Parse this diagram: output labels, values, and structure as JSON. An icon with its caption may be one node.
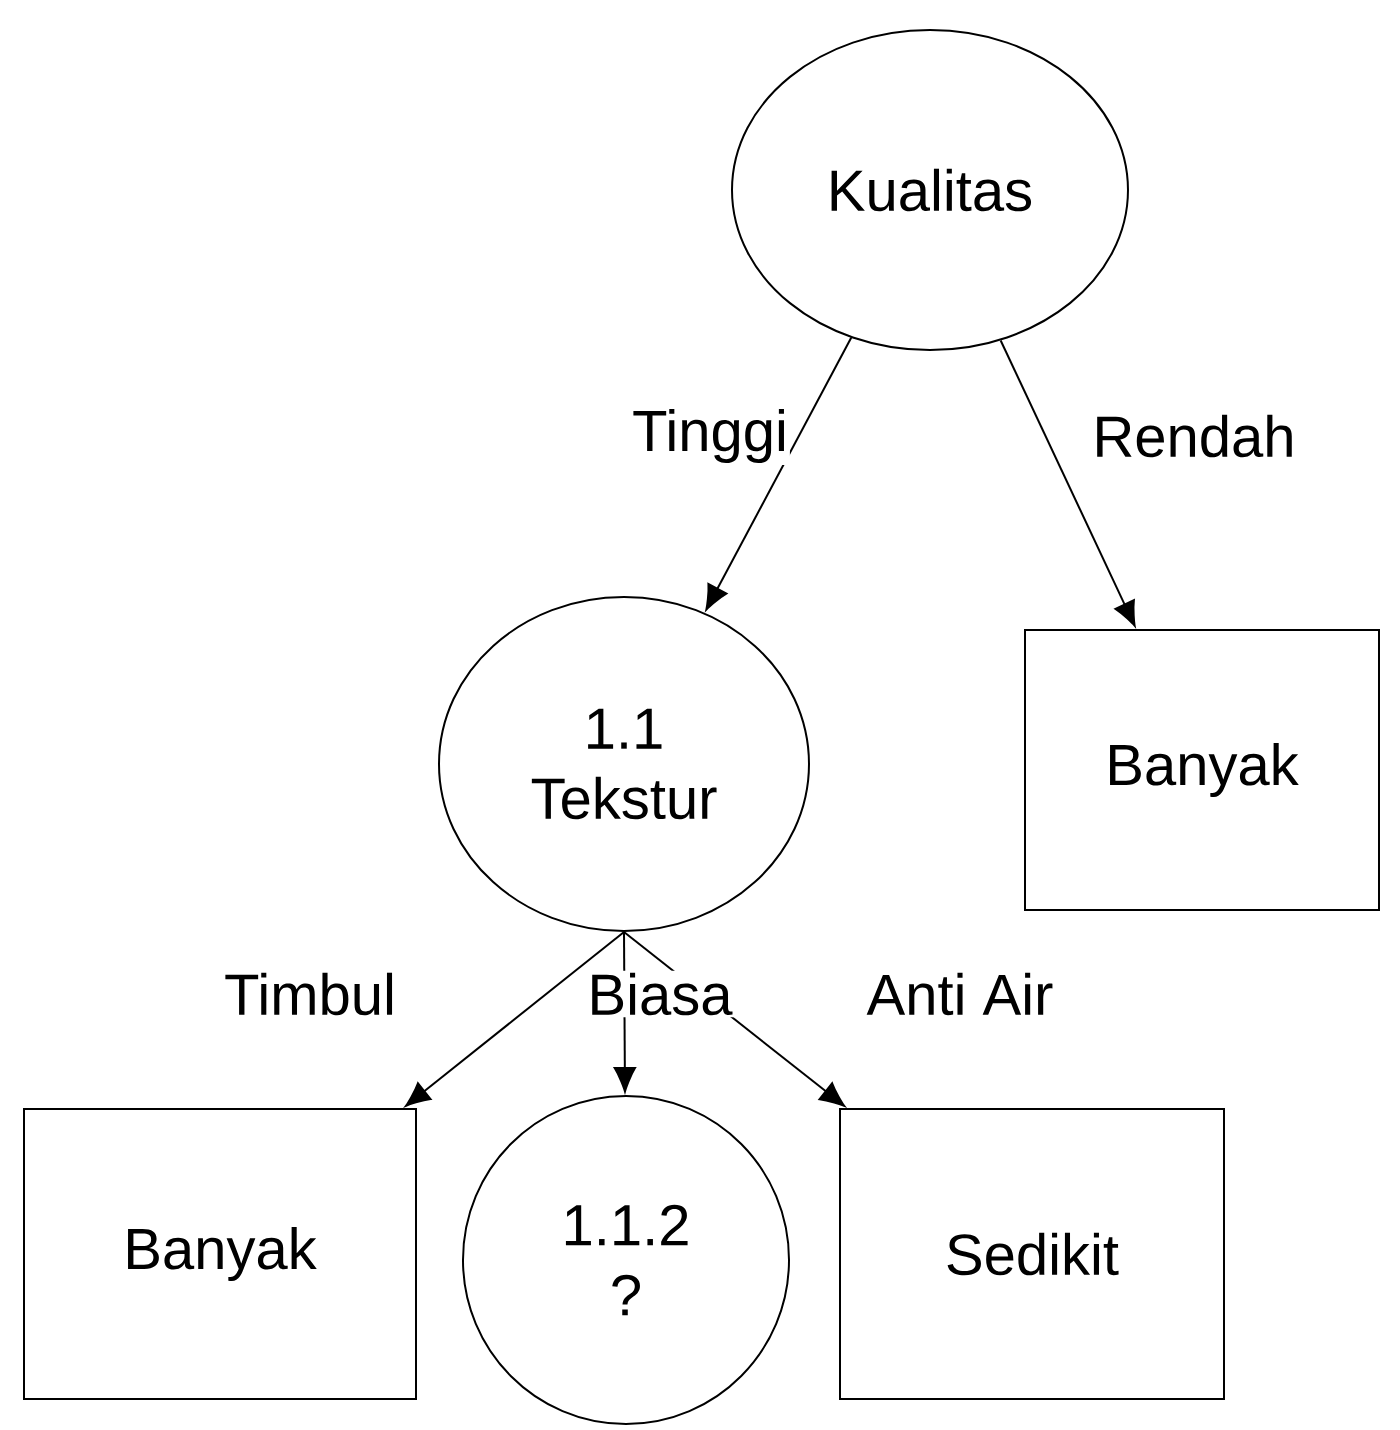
{
  "diagram": {
    "nodes": [
      {
        "text": [
          "Kualitas"
        ]
      },
      {
        "text": [
          "1.1 Tekstur"
        ]
      },
      {
        "text": [
          "Banyak"
        ]
      },
      {
        "text": [
          "Banyak"
        ]
      },
      {
        "text": [
          "1.1.2 ?"
        ]
      },
      {
        "text": [
          "Sedikit"
        ]
      }
    ],
    "edges": [
      {
        "from": 0,
        "to": 1,
        "arrow": "to",
        "label": "Tinggi"
      },
      {
        "from": 0,
        "to": 2,
        "arrow": "to",
        "label": "Rendah"
      },
      {
        "from": 1,
        "to": 3,
        "arrow": "to",
        "label": "Timbul"
      },
      {
        "from": 1,
        "to": 4,
        "arrow": "to",
        "label": "Biasa"
      },
      {
        "from": 1,
        "to": 5,
        "arrow": "to",
        "label": "Anti Air"
      }
    ]
  }
}
